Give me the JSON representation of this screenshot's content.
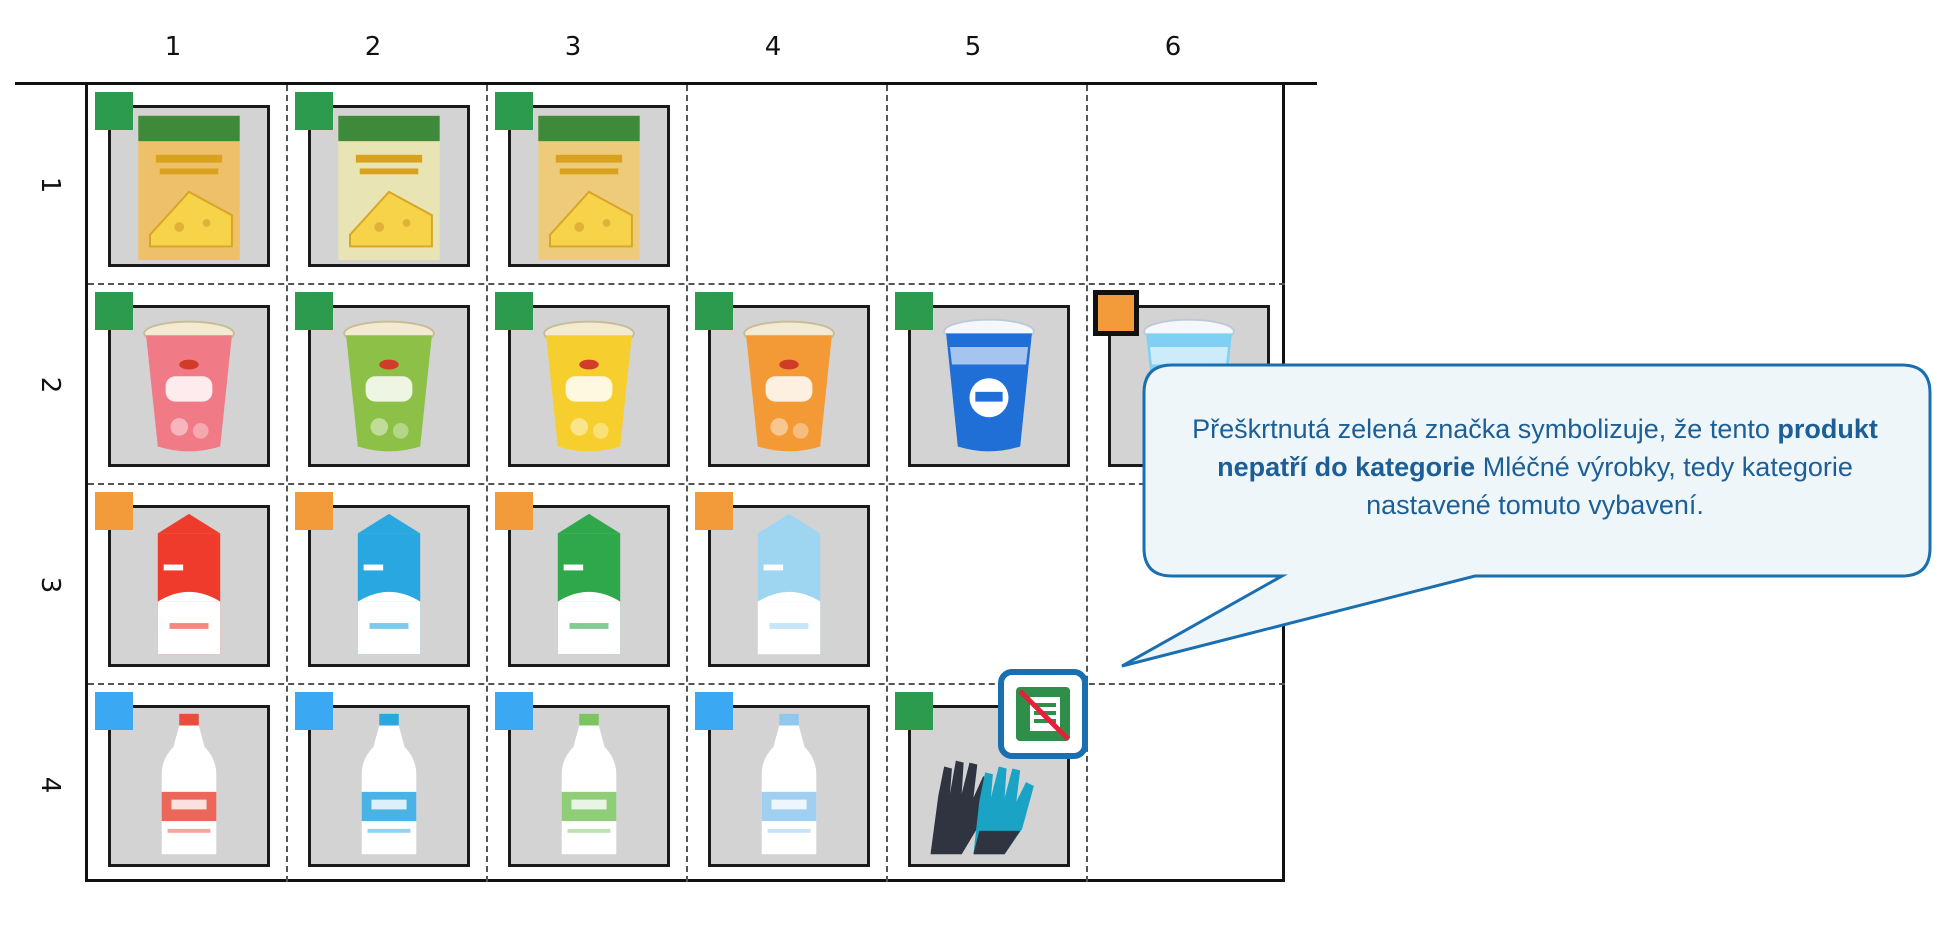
{
  "grid": {
    "columns": [
      "1",
      "2",
      "3",
      "4",
      "5",
      "6"
    ],
    "rows": [
      "1",
      "2",
      "3",
      "4"
    ],
    "cells": [
      {
        "row": 1,
        "col": 1,
        "product": "cheese-package",
        "marker": "green",
        "accent": "#f5b945"
      },
      {
        "row": 1,
        "col": 2,
        "product": "cheese-package",
        "marker": "green",
        "accent": "#f0e9a8"
      },
      {
        "row": 1,
        "col": 3,
        "product": "cheese-package",
        "marker": "green",
        "accent": "#f6c85e"
      },
      {
        "row": 2,
        "col": 1,
        "product": "yogurt-cup",
        "marker": "green",
        "accent": "#f07a86"
      },
      {
        "row": 2,
        "col": 2,
        "product": "yogurt-cup",
        "marker": "green",
        "accent": "#8cc046"
      },
      {
        "row": 2,
        "col": 3,
        "product": "yogurt-cup",
        "marker": "green",
        "accent": "#f6cf2f"
      },
      {
        "row": 2,
        "col": 4,
        "product": "yogurt-cup",
        "marker": "green",
        "accent": "#f39a36"
      },
      {
        "row": 2,
        "col": 5,
        "product": "blue-yogurt-cup",
        "marker": "green",
        "accent": "#1f6fd6"
      },
      {
        "row": 2,
        "col": 6,
        "product": "blue-yogurt-cup",
        "marker": "orange-selected",
        "accent": "#7fd0f2"
      },
      {
        "row": 3,
        "col": 1,
        "product": "milk-carton",
        "marker": "orange",
        "accent": "#ef3b2c"
      },
      {
        "row": 3,
        "col": 2,
        "product": "milk-carton",
        "marker": "orange",
        "accent": "#28a7e0"
      },
      {
        "row": 3,
        "col": 3,
        "product": "milk-carton",
        "marker": "orange",
        "accent": "#2ea84a"
      },
      {
        "row": 3,
        "col": 4,
        "product": "milk-carton",
        "marker": "orange",
        "accent": "#9ed6f2"
      },
      {
        "row": 4,
        "col": 1,
        "product": "milk-bottle",
        "marker": "blue",
        "accent": "#e94b3c"
      },
      {
        "row": 4,
        "col": 2,
        "product": "milk-bottle",
        "marker": "blue",
        "accent": "#2aa6e0"
      },
      {
        "row": 4,
        "col": 3,
        "product": "milk-bottle",
        "marker": "blue",
        "accent": "#7cc460"
      },
      {
        "row": 4,
        "col": 4,
        "product": "milk-bottle",
        "marker": "blue",
        "accent": "#8fc7ee"
      },
      {
        "row": 4,
        "col": 5,
        "product": "gloves",
        "marker": "green",
        "accent": "#1aa3c4",
        "not_in_category": true
      }
    ]
  },
  "marker_colors": {
    "green": "#2d9b4e",
    "orange": "#f39a3a",
    "blue": "#3aa8f2"
  },
  "callout": {
    "text_before": "Přeškrtnutá zelená značka symbolizuje, že tento",
    "text_bold": "produkt nepatří do kategorie",
    "text_after": "Mléčné výrobky, tedy kategorie nastavené tomuto vybavení.",
    "border_color": "#1a6fb0",
    "fill_color": "#eef6fa"
  }
}
